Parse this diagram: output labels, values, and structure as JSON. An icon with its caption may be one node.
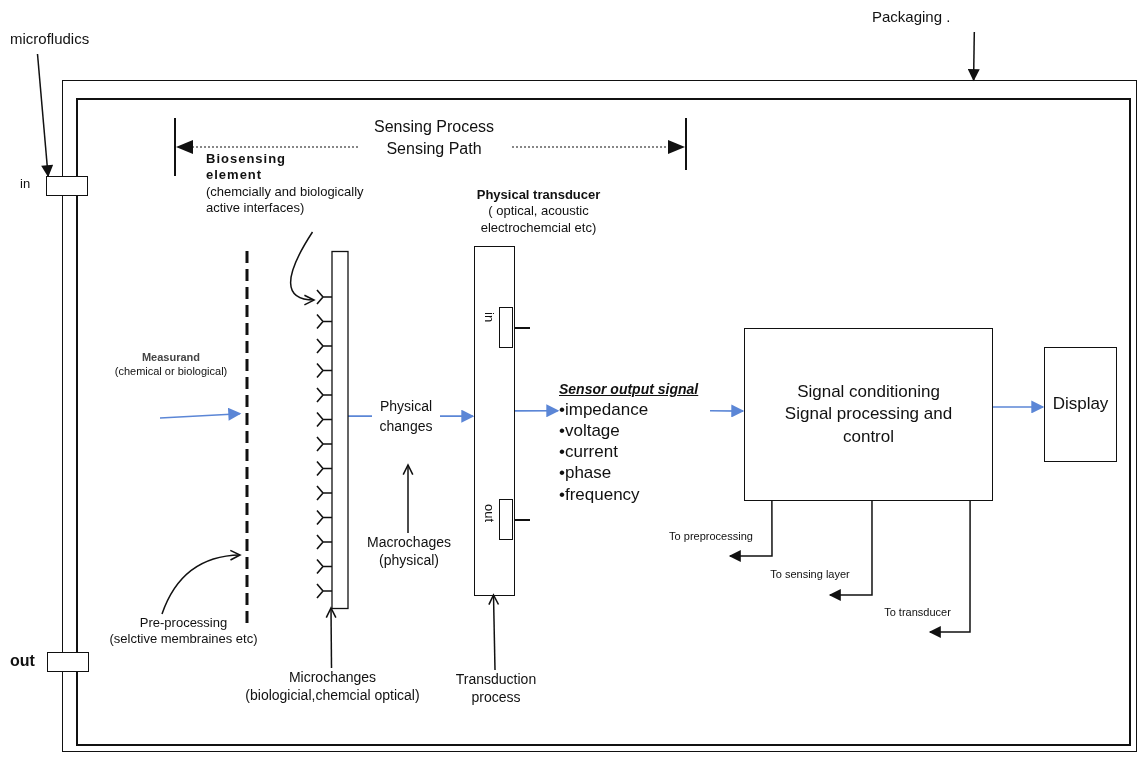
{
  "diagram": {
    "nodes": [
      {
        "text": [
          "microfludics"
        ]
      },
      {
        "text": [
          "Packaging ."
        ]
      },
      {
        "text": [],
        "shape": "box"
      },
      {
        "text": [
          "in"
        ]
      },
      {
        "text": [
          "out"
        ]
      },
      {
        "text": [
          "Biosensing element",
          "(chemcially and biologically active interfaces)"
        ],
        "in": 2
      },
      {
        "text": [],
        "shape": "line",
        "in": 2
      },
      {
        "text": [],
        "shape": "bar",
        "in": 2
      },
      {
        "text": [
          "Physical transducer",
          "( optical, acoustic electrochemcial etc)"
        ],
        "in": 2
      },
      {
        "text": [
          "in"
        ],
        "in": 8
      },
      {
        "text": [
          "out"
        ],
        "in": 8
      },
      {
        "text": [
          "Sensor output signal",
          "•impedance",
          "•voltage",
          "•current",
          "•phase",
          "•frequency"
        ],
        "in": 2
      },
      {
        "text": [
          "Signal conditioning Signal processing and control"
        ],
        "in": 2
      },
      {
        "text": [
          "Display"
        ],
        "in": 2
      },
      {
        "text": [
          "Pre-processing",
          "(selctive membraines etc)"
        ],
        "in": 2
      },
      {
        "text": [
          "Macrochages",
          "(physical)"
        ],
        "in": 2
      },
      {
        "text": [
          "Microchanges",
          "(biologicial,chemcial optical)"
        ],
        "in": 2
      },
      {
        "text": [
          "Transduction process"
        ],
        "in": 2
      },
      {
        "text": [
          "Measurand",
          "(chemical or biological)"
        ],
        "in": 2
      }
    ],
    "edges": [
      {
        "from": 0,
        "to": 3,
        "arrow": "to"
      },
      {
        "from": 1,
        "to": 2,
        "arrow": "to"
      },
      {
        "from": 5,
        "to": 7,
        "arrow": "to"
      },
      {
        "from": null,
        "to": 6,
        "arrow": "to",
        "color": "#5b86d6"
      },
      {
        "from": 14,
        "to": 6,
        "arrow": "to"
      },
      {
        "from": 7,
        "to": 8,
        "arrow": "to",
        "label": "Physical changes",
        "color": "#5b86d6"
      },
      {
        "from": 15,
        "to": null,
        "arrow": "to"
      },
      {
        "from": 16,
        "to": 7,
        "arrow": "to"
      },
      {
        "from": 17,
        "to": 8,
        "arrow": "to"
      },
      {
        "from": 8,
        "to": 11,
        "arrow": "to",
        "color": "#5b86d6"
      },
      {
        "from": 11,
        "to": 12,
        "arrow": "to",
        "color": "#5b86d6"
      },
      {
        "from": 12,
        "to": 13,
        "arrow": "to",
        "color": "#5b86d6"
      },
      {
        "from": 12,
        "to": null,
        "arrow": "to",
        "label": "To preprocessing"
      },
      {
        "from": 12,
        "to": null,
        "arrow": "to",
        "label": "To sensing layer"
      },
      {
        "from": 12,
        "to": null,
        "arrow": "to",
        "label": "To transducer"
      }
    ],
    "labels": [
      "Sensing Process",
      "Sensing Path"
    ]
  }
}
